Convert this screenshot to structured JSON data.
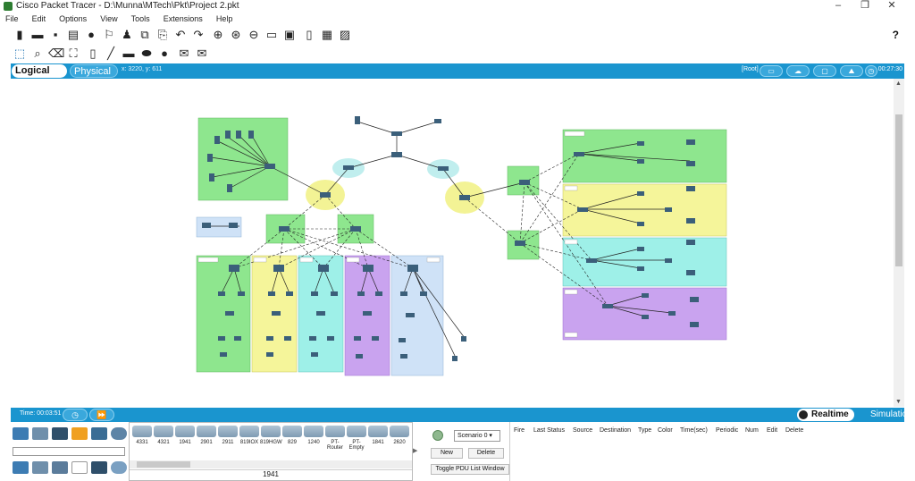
{
  "window": {
    "title": "Cisco Packet Tracer - D:\\Munna\\MTech\\Pkt\\Project 2.pkt",
    "minimize": "–",
    "maximize": "❐",
    "close": "✕"
  },
  "menu": [
    "File",
    "Edit",
    "Options",
    "View",
    "Tools",
    "Extensions",
    "Help"
  ],
  "help_label": "?",
  "workspace": {
    "tab_logical": "Logical",
    "tab_physical": "Physical",
    "coords": "x: 3220, y: 611",
    "root": "[Root]",
    "clock": "00:27:30"
  },
  "timebar": {
    "time_label": "Time: 00:03:51",
    "realtime": "Realtime",
    "simulation": "Simulation"
  },
  "device_models": [
    "4331",
    "4321",
    "1941",
    "2901",
    "2911",
    "819IOX",
    "819HGW",
    "829",
    "1240",
    "PT-Router",
    "PT-Empty",
    "1841",
    "2620"
  ],
  "selected_model": "1941",
  "pdu": {
    "scenario": "Scenario 0",
    "new": "New",
    "delete": "Delete",
    "toggle": "Toggle PDU List Window"
  },
  "pdu_columns": [
    "Fire",
    "Last Status",
    "Source",
    "Destination",
    "Type",
    "Color",
    "Time(sec)",
    "Periodic",
    "Num",
    "Edit",
    "Delete"
  ],
  "colors": {
    "accent": "#1a95cf",
    "zone_green": "#8ee68e",
    "zone_yellow": "#f5f59a",
    "zone_cyan": "#9ef0e8",
    "zone_purple": "#c9a3ef",
    "zone_blue": "#cfe2f7",
    "wireless_halo": "#f2f28a",
    "wireless_halo_cyan": "#b9ecec"
  }
}
